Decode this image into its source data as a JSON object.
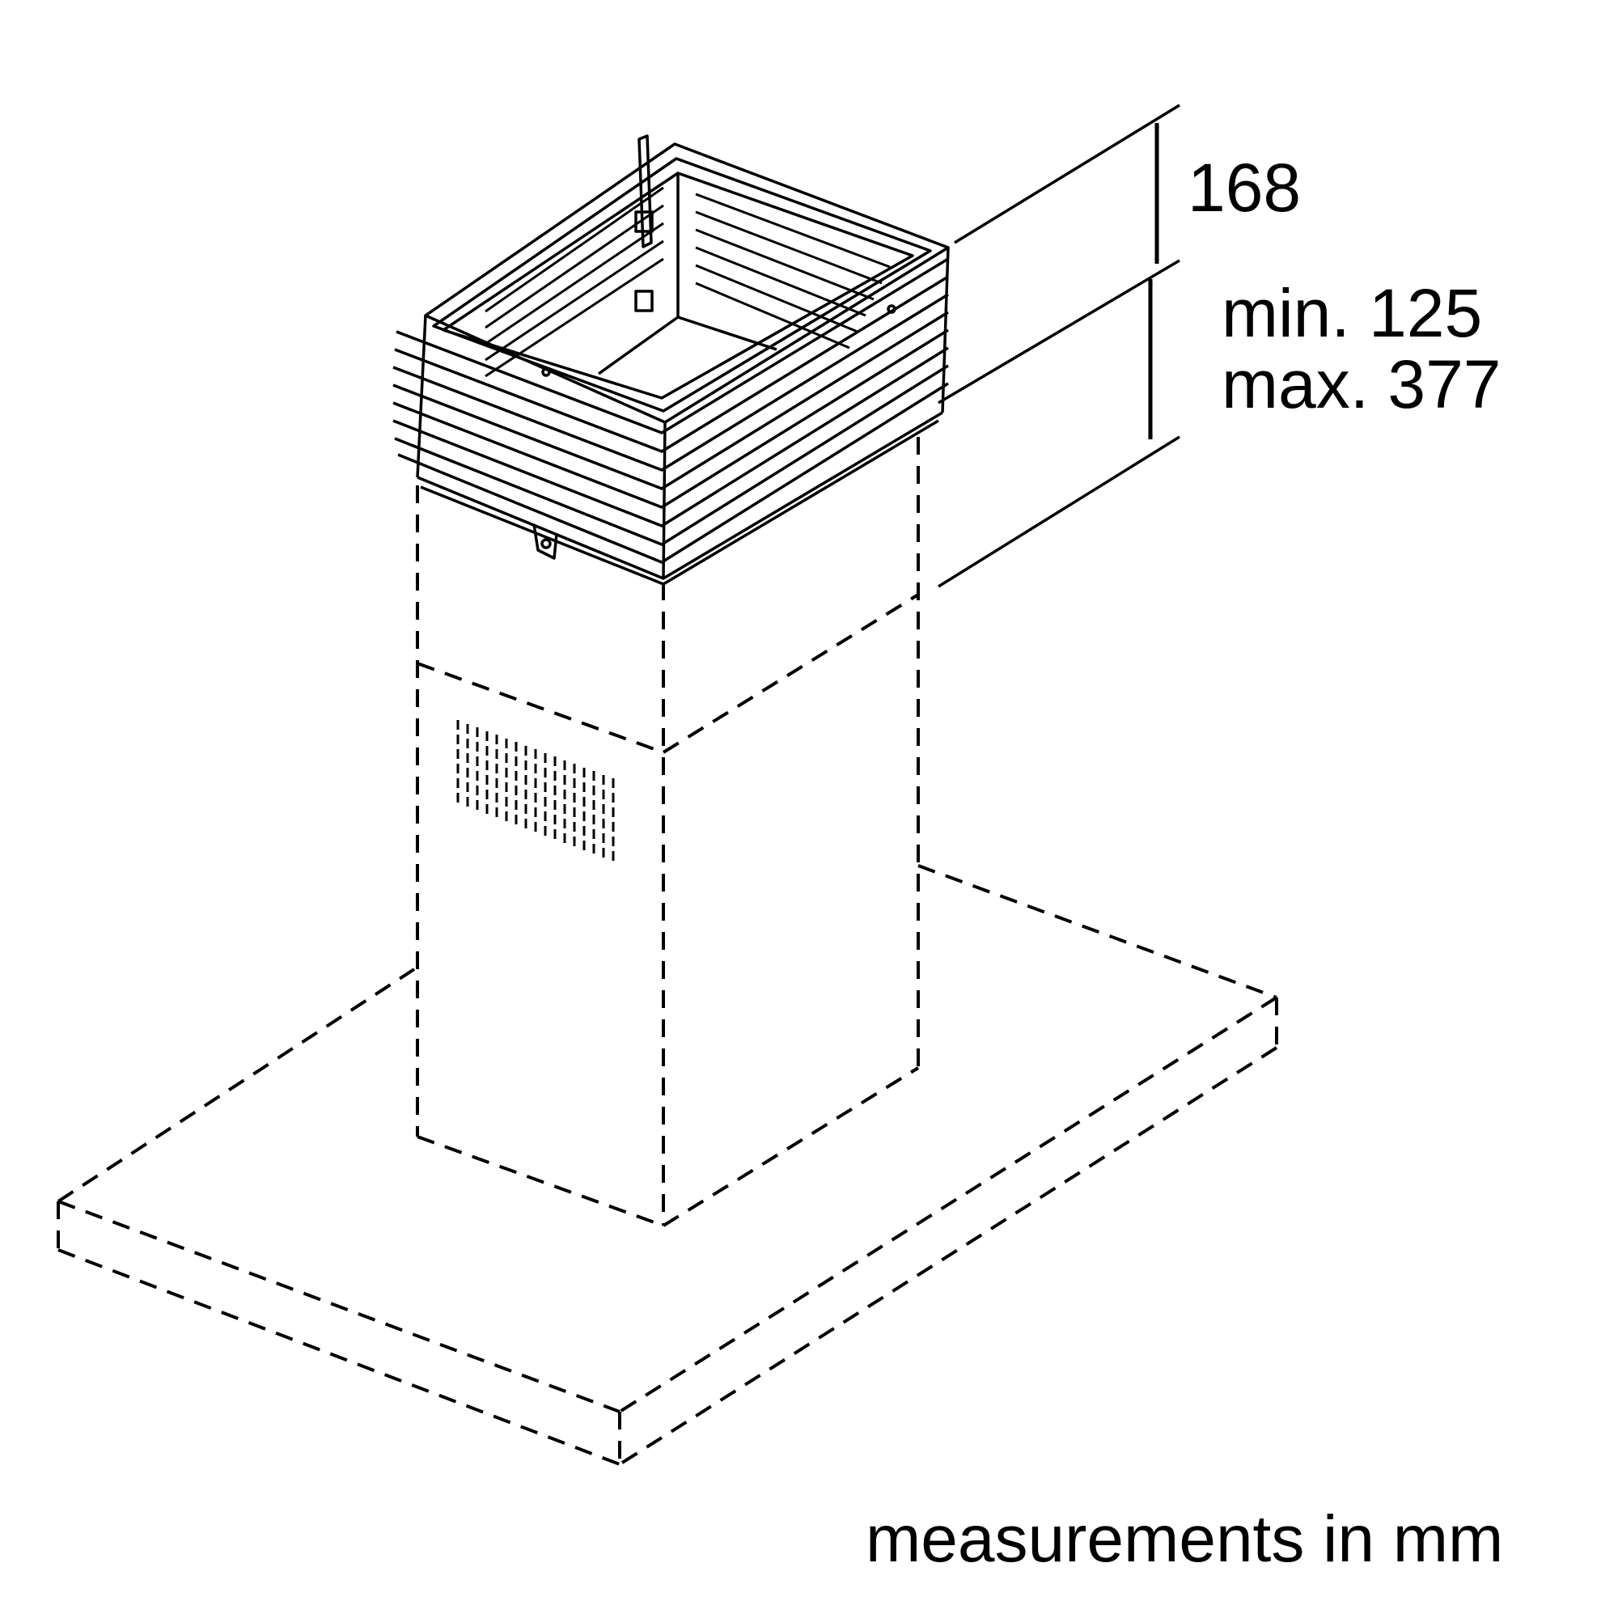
{
  "dimensions": {
    "top_height": "168",
    "extension_min": "min. 125",
    "extension_max": "max. 377"
  },
  "caption": "measurements in mm",
  "colors": {
    "line": "#000000",
    "background": "#ffffff"
  }
}
